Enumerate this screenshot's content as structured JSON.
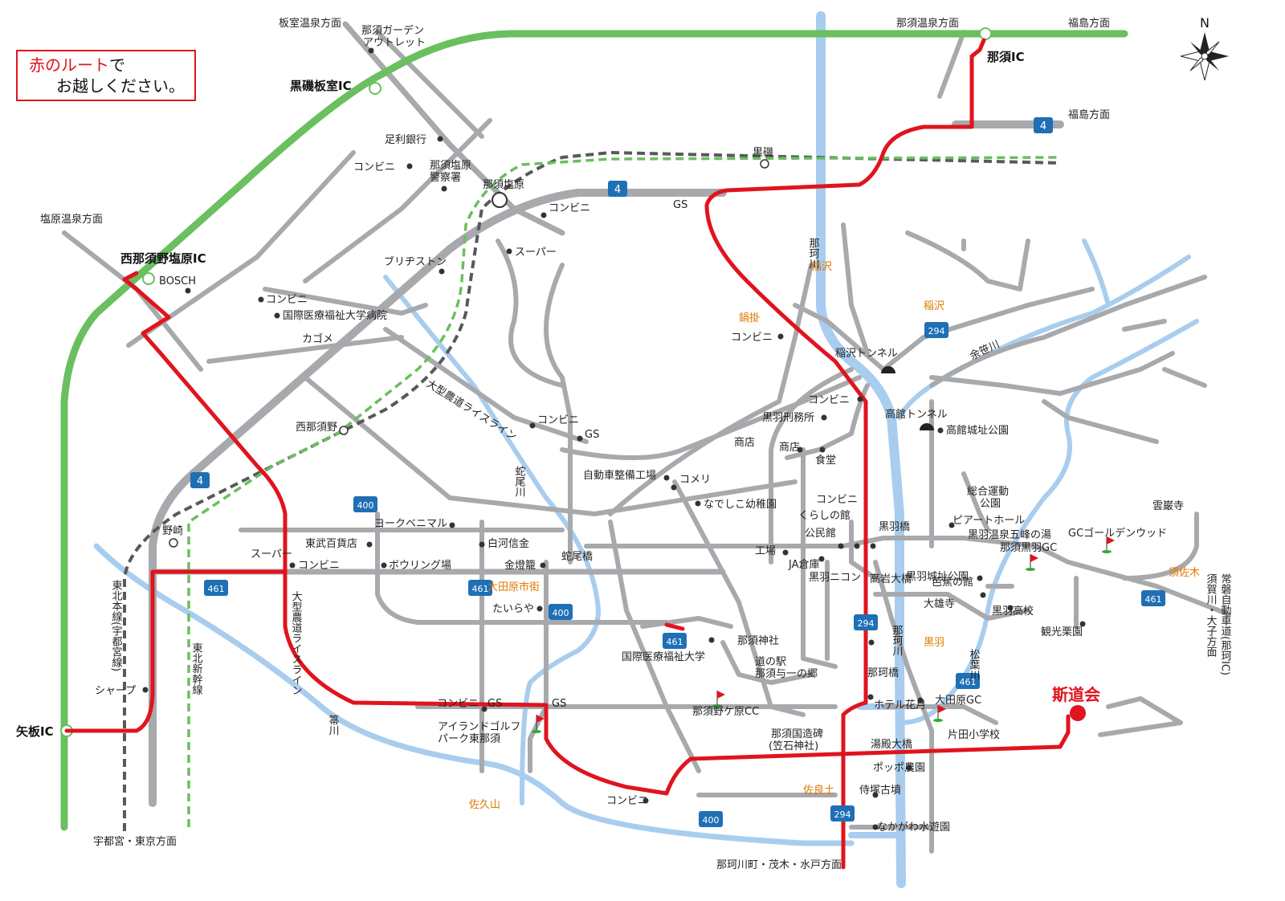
{
  "notice": {
    "highlight": "赤のルート",
    "after": "で",
    "line2": "お越しください。"
  },
  "compass": {
    "north": "N"
  },
  "colors": {
    "route": "#e0141e",
    "expressway": "#6abf5f",
    "road": "#a7a9ac",
    "river": "#a8cdee",
    "shield": "#1f6fb5",
    "place_orange": "#e07800"
  },
  "interchanges": {
    "nasu_ic": "那須IC",
    "kuroiso_itamuro_ic": "黒磯板室IC",
    "nishinasuno_shiobara_ic": "西那須野塩原IC",
    "yaita_ic": "矢板IC"
  },
  "directions": {
    "itamuro_onsen": "板室温泉方面",
    "nasu_onsen_top": "那須温泉方面",
    "fukushima_top": "福島方面",
    "fukushima_mid": "福島方面",
    "shiobara_onsen": "塩原温泉方面",
    "utsunomiya_tokyo": "宇都宮・東京方面",
    "nakagawa_mito": "那珂川町・茂木・水戸方面",
    "joban": "常磐自動車道(那珂IC)",
    "sukagawa": "須賀川・大子方面"
  },
  "destination": {
    "label": "斯道会"
  },
  "places": {
    "nasu_garden_outlet_1": "那須ガーデン",
    "nasu_garden_outlet_2": "アウトレット",
    "ashikaga_bank": "足利銀行",
    "konbini": "コンビニ",
    "nasushiobara_police_1": "那須塩原",
    "nasushiobara_police_2": "警察署",
    "nasushiobara_station": "那須塩原",
    "kuroiso_station": "黒磯",
    "gs": "GS",
    "supermarket": "スーパー",
    "bridgestone": "ブリヂストン",
    "bosch": "BOSCH",
    "iuhw_hospital": "国際医療福祉大学病院",
    "kagome": "カゴメ",
    "nishinasuno_station": "西那須野",
    "nozaki_station": "野崎",
    "york_benimaru": "ヨークベニマル",
    "tobu_department": "東武百貨店",
    "shirakawa_shinkin": "白河信金",
    "bowling": "ボウリング場",
    "kintoro": "金燈籠",
    "supa": "スーパー",
    "otawara_city": "大田原市街",
    "taiyaya": "たいらや",
    "jidosha": "自動車整備工場",
    "komeri": "コメリ",
    "nadeshiko": "なでしこ幼稚園",
    "jabi_bridge": "蛇尾橋",
    "nabekake": "鍋掛",
    "inazawa_tunnel": "稲沢トンネル",
    "inazawa": "稲沢",
    "kurobane_prison": "黒羽刑務所",
    "shoten1": "商店",
    "shoten2": "商店",
    "shokudo": "食堂",
    "takadate_tunnel": "高館トンネル",
    "takadate_park": "高館城址公園",
    "kurashi": "くらしの館",
    "kominkan": "公民館",
    "kojo": "工場",
    "ja_warehouse": "JA倉庫",
    "kurobane_nikon": "黒羽ニコン",
    "kurobane_bridge": "黒羽橋",
    "sogo_park_1": "総合運動",
    "sogo_park_2": "公園",
    "beer_hall": "ピアートホール",
    "goho_spa": "黒羽温泉五峰の湯",
    "nasu_kurobane_gc": "那須黒羽GC",
    "gc_goldenwood": "GCゴールデンウッド",
    "unganji": "雲巌寺",
    "susaki": "須佐木",
    "kurobane_castle": "黒羽城址公園",
    "basho": "芭蕉の館",
    "daiyuji": "大雄寺",
    "kurobane_hs": "黒羽高校",
    "kurobane": "黒羽",
    "kanko_kurien": "観光栗園",
    "takaiwa_bridge": "高岩大橋",
    "nakagawa_bridge": "那珂橋",
    "hotel_kagetsu": "ホテル花月",
    "otawara_gc": "大田原GC",
    "nasu_shrine": "那須神社",
    "michinoeki_1": "道の駅",
    "michinoeki_2": "那須与一の郷",
    "iuhw": "国際医療福祉大学",
    "nasunogahara_cc": "那須野ケ原CC",
    "island_golf_1": "アイランドゴルフ",
    "island_golf_2": "パーク東那須",
    "sakuyama": "佐久山",
    "sharp": "シャープ",
    "nasu_kokuzo_1": "那須国造碑",
    "nasu_kokuzo_2": "(笠石神社)",
    "yudono_bridge": "湯殿大橋",
    "katata_school": "片田小学校",
    "poppo": "ポッポ農園",
    "samuraizuka": "侍塚古墳",
    "sarado": "佐良土",
    "nakagawa_suido": "なかがわ水遊園",
    "oyama_line_1": "大型農道ライスライン",
    "oyama_line_2": "大型農道ライスライン"
  },
  "rivers": {
    "naka_river_1": "那珂川",
    "naka_river_2": "那珂川",
    "hoki_river": "箒川",
    "jabi_river": "蛇尾川",
    "yosasa_river": "余笹川",
    "matsuba_river": "松葉川"
  },
  "railways": {
    "tohoku_main": "東北本線(宇都宮線)",
    "tohoku_shinkansen": "東北新幹線"
  },
  "shields": {
    "r4": "4",
    "r294": "294",
    "r400": "400",
    "r461": "461"
  }
}
